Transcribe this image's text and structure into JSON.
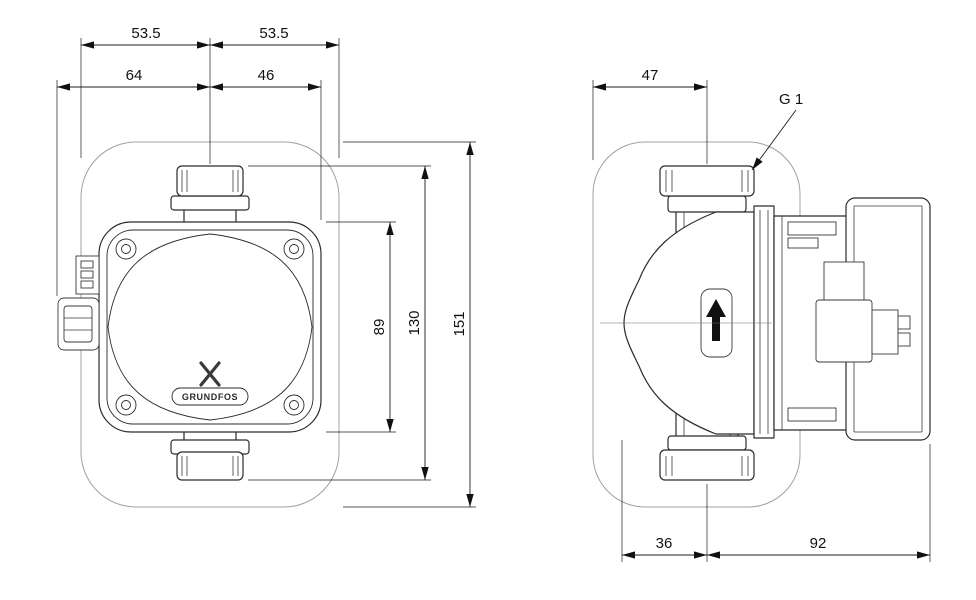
{
  "page": {
    "background": "#ffffff",
    "line_color": "#2b2b2b",
    "shell_line_color": "#a0a0a0"
  },
  "drawing": {
    "brand_logo_text": "GRUNDFOS",
    "front_view": {
      "dim_half_width_left": "53.5",
      "dim_half_width_right": "53.5",
      "dim_plug_to_center": "64",
      "dim_center_to_edge": "46",
      "dim_body_height": "89",
      "dim_port_to_port": "130",
      "dim_total_height": "151"
    },
    "side_view": {
      "dim_shell_to_center": "47",
      "thread_label": "G 1",
      "dim_center_to_front": "36",
      "dim_center_to_back": "92"
    }
  }
}
